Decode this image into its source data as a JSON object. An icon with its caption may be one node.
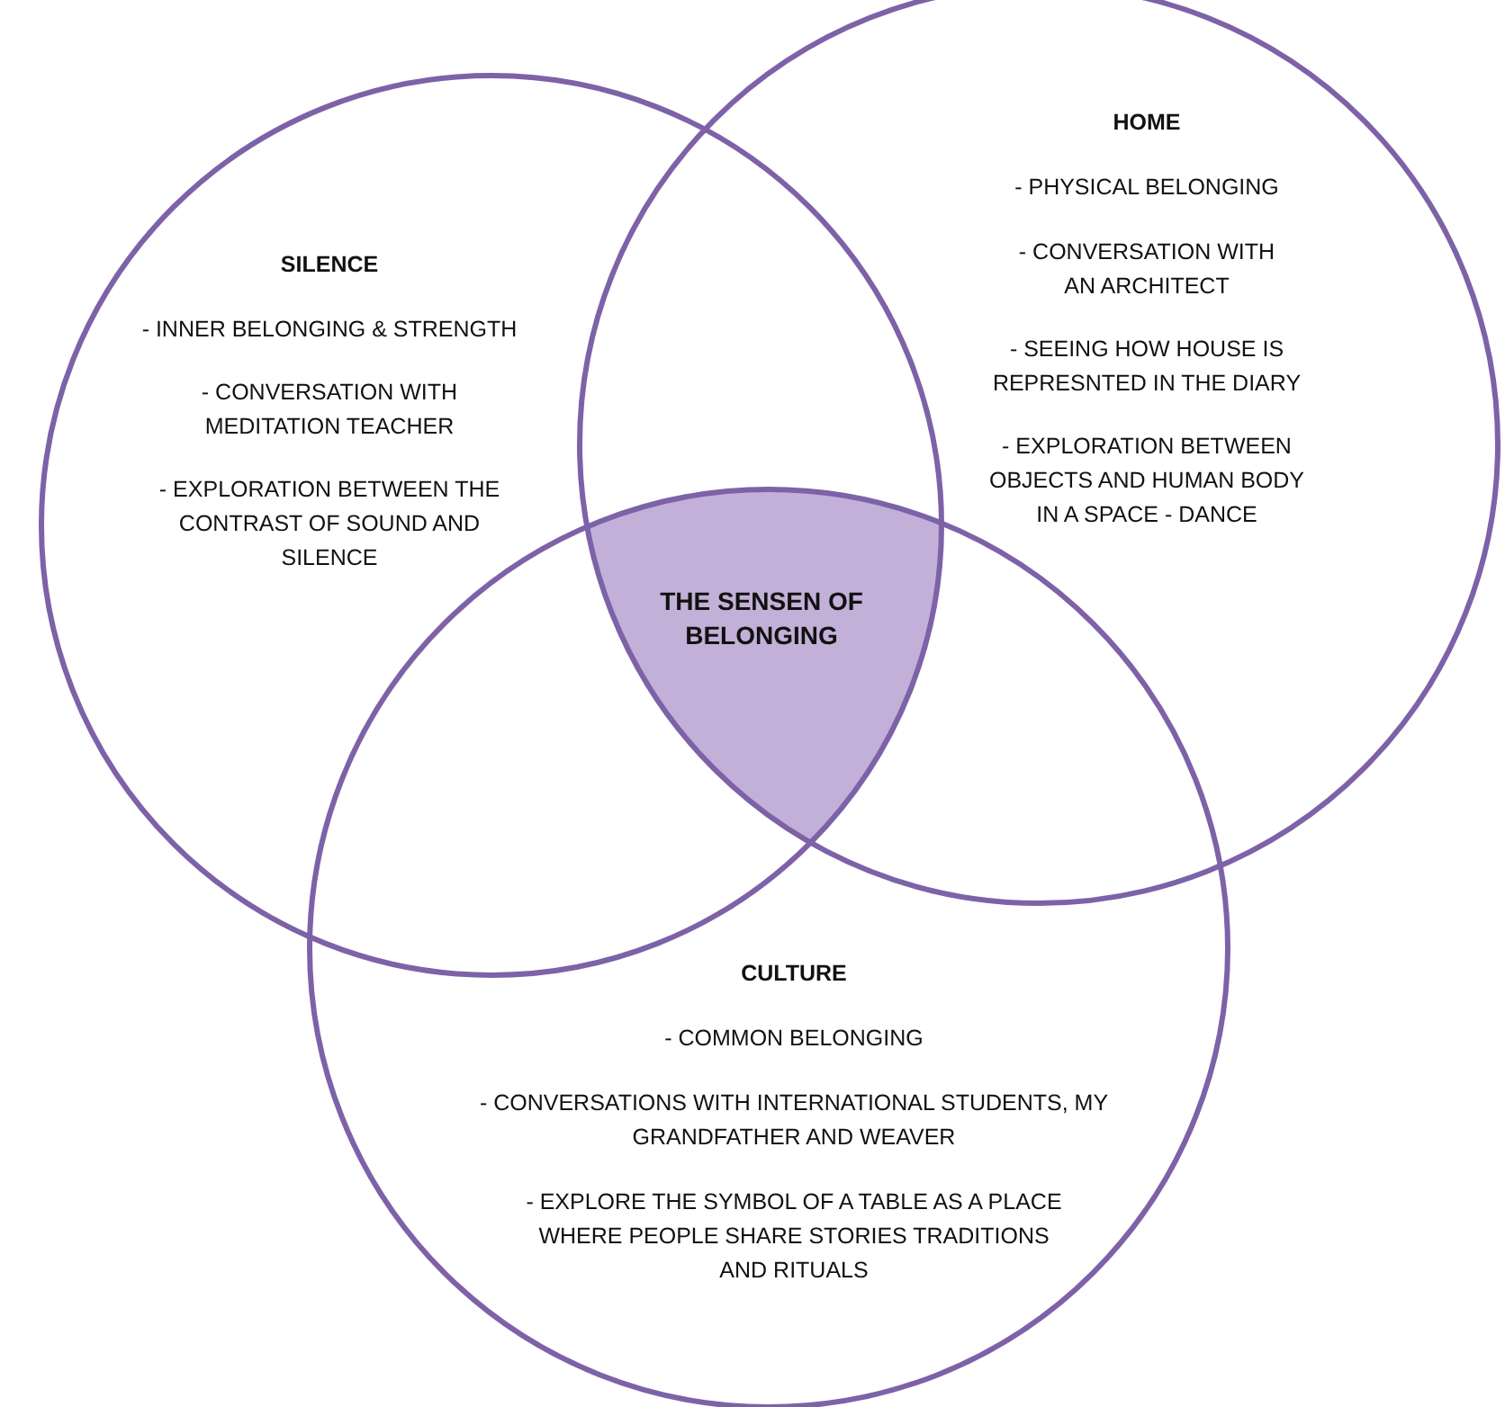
{
  "diagram": {
    "nodes": [
      {
        "text": [
          "SILENCE",
          "- INNER BELONGING & STRENGTH",
          "- CONVERSATION WITH MEDITATION TEACHER",
          "- EXPLORATION BETWEEN THE CONTRAST OF SOUND AND SILENCE"
        ]
      },
      {
        "text": [
          "HOME",
          "- PHYSICAL BELONGING",
          "- CONVERSATION WITH AN ARCHITECT",
          "- SEEING HOW HOUSE IS REPRESNTED IN THE DIARY",
          "- EXPLORATION BETWEEN OBJECTS AND HUMAN BODY IN A SPACE - DANCE"
        ]
      },
      {
        "text": [
          "CULTURE",
          "- COMMON BELONGING",
          "- CONVERSATIONS WITH INTERNATIONAL STUDENTS, MY GRANDFATHER AND WEAVER",
          "- EXPLORE THE SYMBOL OF A TABLE AS A PLACE WHERE PEOPLE SHARE STORIES TRADITIONS AND RITUALS"
        ]
      },
      {
        "text": [
          "THE SENSEN OF BELONGING"
        ]
      }
    ]
  }
}
